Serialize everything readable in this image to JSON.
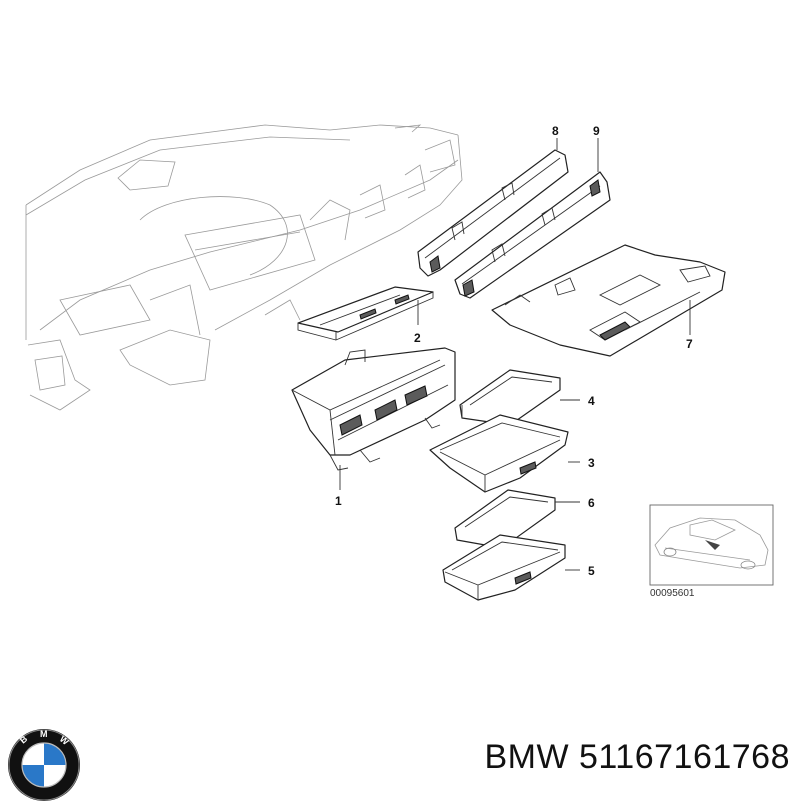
{
  "diagram": {
    "callouts": [
      "1",
      "2",
      "3",
      "4",
      "5",
      "6",
      "7",
      "8",
      "9"
    ],
    "figure_id": "00095601"
  },
  "brand": {
    "logo_letters": "BMW",
    "maker": "BMW",
    "part_number": "51167161768",
    "colors": {
      "logo_blue": "#2a78c8",
      "logo_ring": "#111111"
    }
  }
}
